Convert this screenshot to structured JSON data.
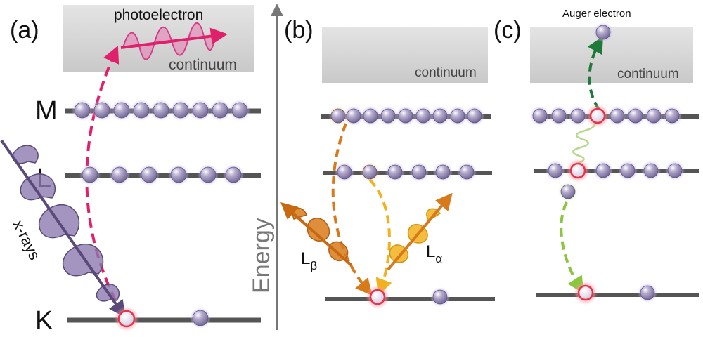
{
  "panels": {
    "a": {
      "label": "(a)",
      "continuum": "continuum",
      "photoelectron": "photoelectron",
      "shell_m": "M",
      "shell_l": "L",
      "shell_k": "K",
      "xrays": "x-rays"
    },
    "b": {
      "label": "(b)",
      "continuum": "continuum",
      "l_beta_main": "L",
      "l_beta_sub": "β",
      "l_alpha_main": "L",
      "l_alpha_sub": "α"
    },
    "c": {
      "label": "(c)",
      "continuum": "continuum",
      "auger": "Auger electron"
    }
  },
  "axis": {
    "label": "Energy"
  },
  "colors": {
    "electron": "#9b8fb5",
    "level_line": "#555555",
    "continuum": "#d2d2d2",
    "photoelectron": "#e0206a",
    "xray": "#5a4a7a",
    "l_beta": "#d97a1a",
    "l_alpha": "#f2b21d",
    "auger_up": "#1f7a3a",
    "auger_down": "#8cc63f",
    "hole": "#e8334a"
  },
  "icons": {
    "electron": "electron-sphere-icon",
    "hole": "core-hole-ring-icon"
  }
}
